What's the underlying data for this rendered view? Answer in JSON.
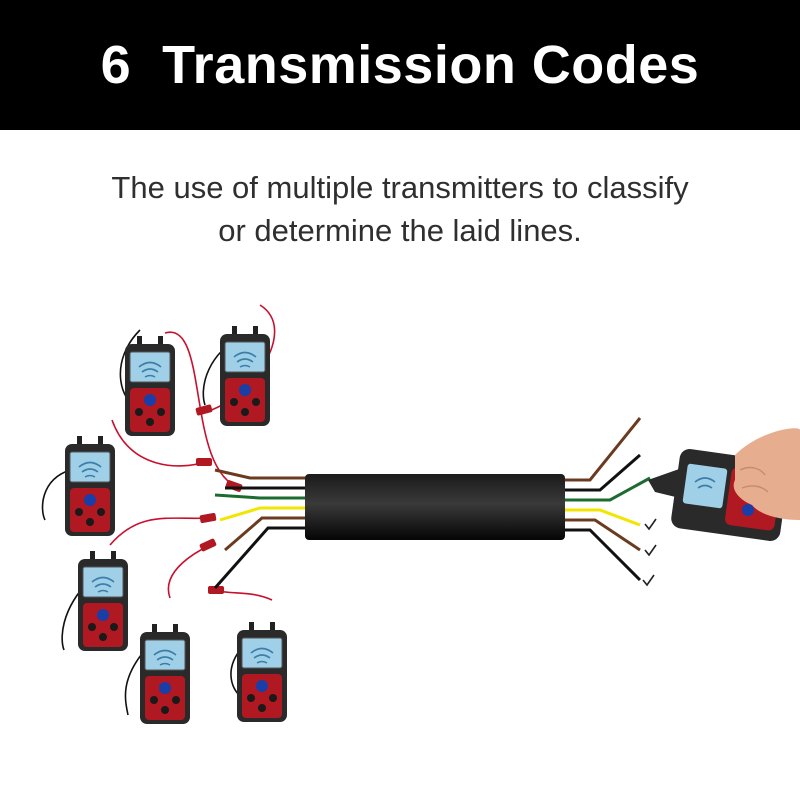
{
  "header": {
    "title": "6  Transmission Codes",
    "background": "#000000",
    "text_color": "#ffffff"
  },
  "description": {
    "line1": "The use of multiple transmitters to classify",
    "line2": "or determine the laid lines."
  },
  "illustration": {
    "transmitter_count": 6,
    "confirmed_wires": 3,
    "device_body_color": "#b01822",
    "device_frame_color": "#2a2a2a",
    "screen_color": "#9fd0e8",
    "lead_color": "#c8102e",
    "cable_color": "#000000",
    "wire_colors": [
      "#6b3b1f",
      "#111111",
      "#1c6b2f",
      "#f2e600",
      "#6b3b1f",
      "#111111"
    ],
    "icons": [
      "transmitter-icon",
      "receiver-icon",
      "check-mark-icon",
      "hand-icon"
    ]
  }
}
